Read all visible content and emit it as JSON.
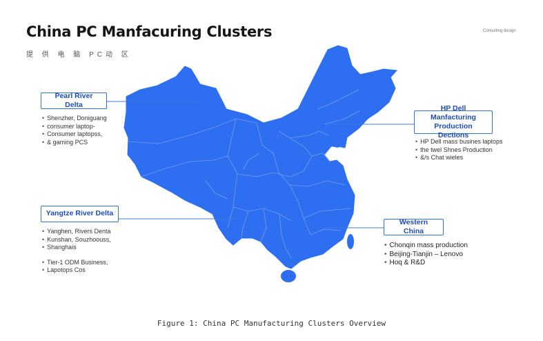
{
  "header": {
    "title": "China PC Manfacuring Clusters",
    "subtitle": "提 供 电 脑 PC动 区",
    "brand": "Consulting design"
  },
  "colors": {
    "map_fill": "#2d6ff0",
    "map_border": "#7fa6f5",
    "callout_border": "#2f6fe0",
    "callout_text": "#1e4db7",
    "leader_line": "#3a78e6"
  },
  "callouts": {
    "pearl": {
      "label": "Pearl River Delta",
      "bullets": [
        "Shenzher, Doniguang",
        "consumer laptop-",
        "Consumer laptopss,",
        "& gaming PCS"
      ]
    },
    "yangtze": {
      "label": "Yangtze River Delta",
      "bullets": [
        "Yanghen, Rivers Denta",
        "Kunshan, Souzhoouss,",
        "Shanghais"
      ],
      "bullets_extra": [
        "Tier-1 ODM Business,",
        "Lapotops Cos"
      ]
    },
    "hp": {
      "label_line1": "HP Dell Manfacturing",
      "label_line2": "Production Dections",
      "bullets": [
        "HP Dell mass busines laptops",
        "the twel Shnes Production",
        "&/s Chat wieles"
      ]
    },
    "western": {
      "label": "Western China",
      "bullets": [
        "Chonqin mass production",
        "Beijing-Tianjin – Lenovo",
        "Hoq & R&D"
      ]
    }
  },
  "caption": "Figure 1: China PC Manufacturing Clusters Overview"
}
